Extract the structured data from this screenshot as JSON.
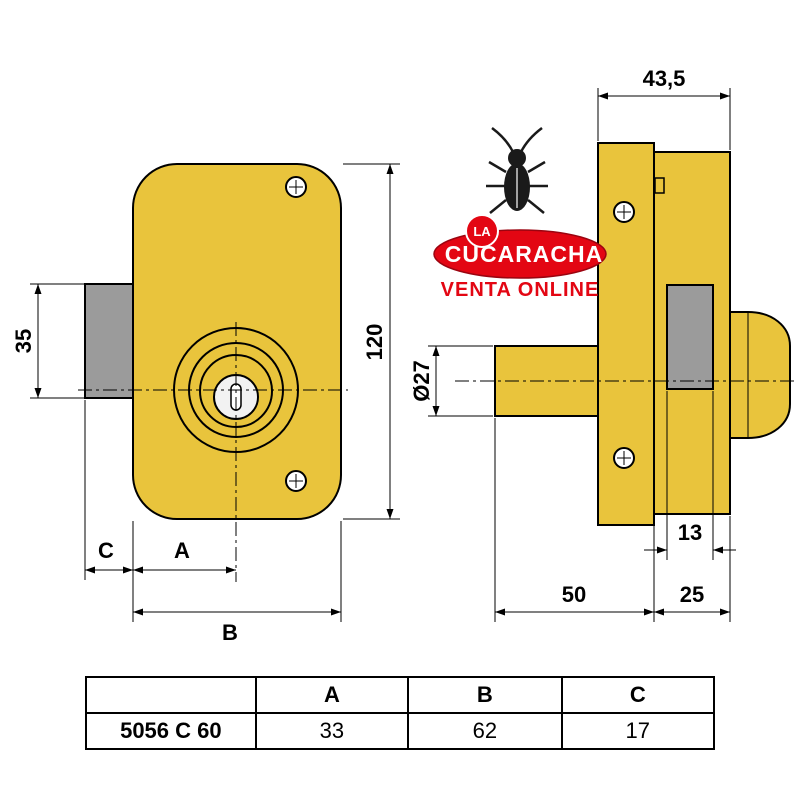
{
  "logo": {
    "la": "LA",
    "brand": "CUCARACHA",
    "tagline": "VENTA ONLINE",
    "accent_color": "#e30613"
  },
  "colors": {
    "lock_body": "#e9c43c",
    "gray_block": "#9b9b9b"
  },
  "dimensions": {
    "front": {
      "back_height": "35",
      "total_height": "120",
      "c_label": "C",
      "a_label": "A",
      "b_label": "B"
    },
    "side": {
      "top_width": "43,5",
      "cylinder_diameter": "Ø27",
      "slot_width": "13",
      "cylinder_length": "50",
      "body_depth": "25"
    }
  },
  "table": {
    "headers": [
      "",
      "A",
      "B",
      "C"
    ],
    "rows": [
      {
        "model": "5056 C 60",
        "a": "33",
        "b": "62",
        "c": "17"
      }
    ]
  }
}
